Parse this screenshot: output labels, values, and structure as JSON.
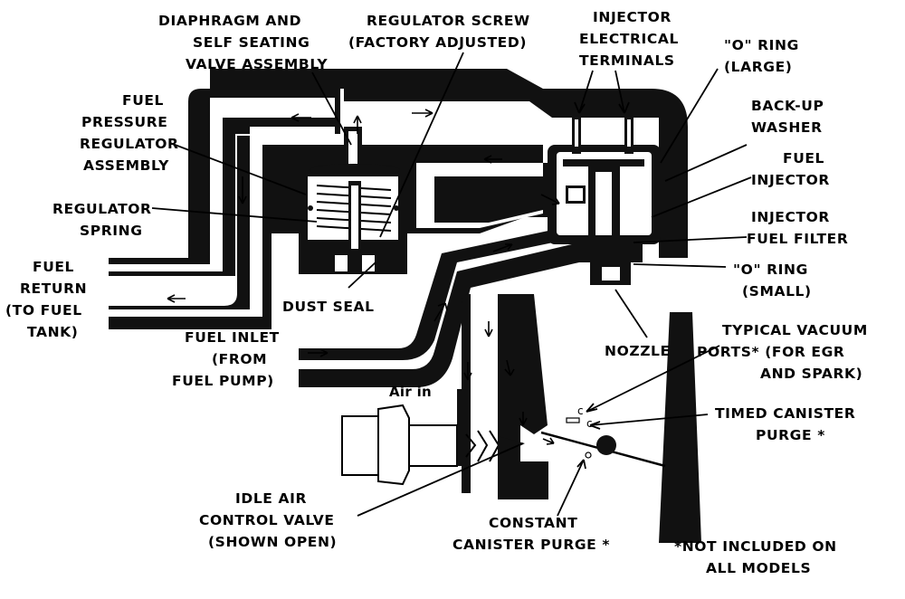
{
  "labels": {
    "diaphragm": [
      "DIAPHRAGM AND",
      "SELF SEATING",
      "VALVE ASSEMBLY"
    ],
    "regulator_screw": [
      "REGULATOR SCREW",
      "(FACTORY ADJUSTED)"
    ],
    "injector_terminals": [
      "INJECTOR",
      "ELECTRICAL",
      "TERMINALS"
    ],
    "o_ring_large": [
      "\"O\" RING",
      "(LARGE)"
    ],
    "fuel_pressure_regulator": [
      "FUEL",
      "PRESSURE",
      "REGULATOR",
      "ASSEMBLY"
    ],
    "back_up_washer": [
      "BACK-UP",
      "WASHER"
    ],
    "fuel_injector": [
      "FUEL",
      "INJECTOR"
    ],
    "regulator_spring": [
      "REGULATOR",
      "SPRING"
    ],
    "injector_fuel_filter": [
      "INJECTOR",
      "FUEL FILTER"
    ],
    "fuel_return": [
      "FUEL",
      "RETURN",
      "(TO FUEL",
      "TANK)"
    ],
    "o_ring_small": [
      "\"O\" RING",
      "(SMALL)"
    ],
    "dust_seal": [
      "DUST SEAL"
    ],
    "typical_vacuum_ports": [
      "TYPICAL VACUUM",
      "PORTS* (FOR EGR",
      "AND SPARK)"
    ],
    "fuel_inlet": [
      "FUEL INLET",
      "(FROM",
      "FUEL PUMP)"
    ],
    "nozzle": [
      "NOZZLE"
    ],
    "air_in": [
      "Air in"
    ],
    "timed_canister_purge": [
      "TIMED CANISTER",
      "PURGE *"
    ],
    "idle_air_control_valve": [
      "IDLE AIR",
      "CONTROL VALVE",
      "(SHOWN OPEN)"
    ],
    "constant_canister_purge": [
      "CONSTANT",
      "CANISTER PURGE *"
    ],
    "footnote": [
      "*NOT INCLUDED ON",
      "ALL MODELS"
    ],
    "port_markers": [
      "c",
      "c"
    ]
  }
}
